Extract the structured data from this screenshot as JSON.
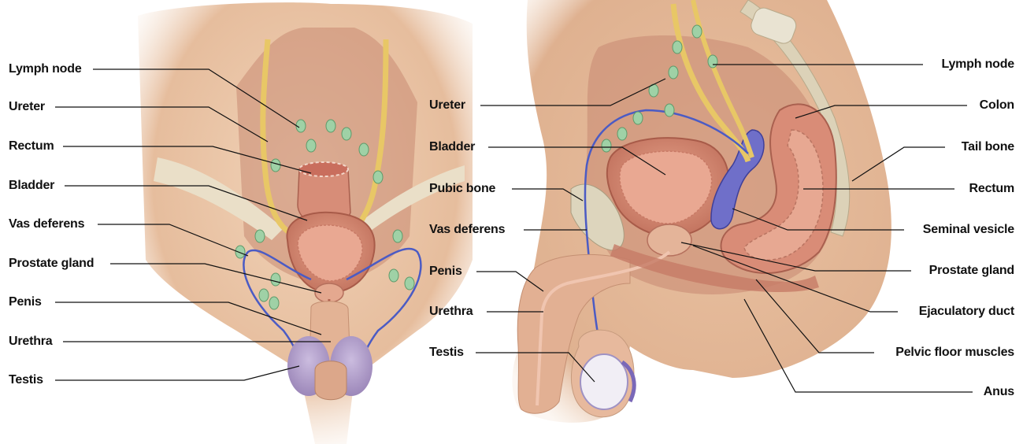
{
  "front_view": {
    "labels": [
      {
        "id": "lymph-node",
        "text": "Lymph node"
      },
      {
        "id": "ureter",
        "text": "Ureter"
      },
      {
        "id": "rectum",
        "text": "Rectum"
      },
      {
        "id": "bladder",
        "text": "Bladder"
      },
      {
        "id": "vas-deferens",
        "text": "Vas deferens"
      },
      {
        "id": "prostate-gland",
        "text": "Prostate gland"
      },
      {
        "id": "penis",
        "text": "Penis"
      },
      {
        "id": "urethra",
        "text": "Urethra"
      },
      {
        "id": "testis",
        "text": "Testis"
      }
    ]
  },
  "side_view": {
    "left_labels": [
      {
        "id": "ureter",
        "text": "Ureter"
      },
      {
        "id": "bladder",
        "text": "Bladder"
      },
      {
        "id": "pubic-bone",
        "text": "Pubic bone"
      },
      {
        "id": "vas-deferens",
        "text": "Vas deferens"
      },
      {
        "id": "penis",
        "text": "Penis"
      },
      {
        "id": "urethra",
        "text": "Urethra"
      },
      {
        "id": "testis",
        "text": "Testis"
      }
    ],
    "right_labels": [
      {
        "id": "lymph-node",
        "text": "Lymph node"
      },
      {
        "id": "colon",
        "text": "Colon"
      },
      {
        "id": "tail-bone",
        "text": "Tail bone"
      },
      {
        "id": "rectum",
        "text": "Rectum"
      },
      {
        "id": "seminal-vesicle",
        "text": "Seminal vesicle"
      },
      {
        "id": "prostate-gland",
        "text": "Prostate gland"
      },
      {
        "id": "ejaculatory-duct",
        "text": "Ejaculatory duct"
      },
      {
        "id": "pelvic-floor-muscles",
        "text": "Pelvic floor muscles"
      },
      {
        "id": "anus",
        "text": "Anus"
      }
    ]
  },
  "colors": {
    "skin": "#e8c2a3",
    "skin_shadow": "#d6a383",
    "tissue": "#d98c77",
    "tissue_dark": "#b8604f",
    "ureter": "#e8c766",
    "vas_deferens": "#4b5bc4",
    "lymph_node": "#9fd1a6",
    "bone": "#dcd2b8",
    "testis": "#b8a6cf",
    "leader_line": "#111111"
  }
}
